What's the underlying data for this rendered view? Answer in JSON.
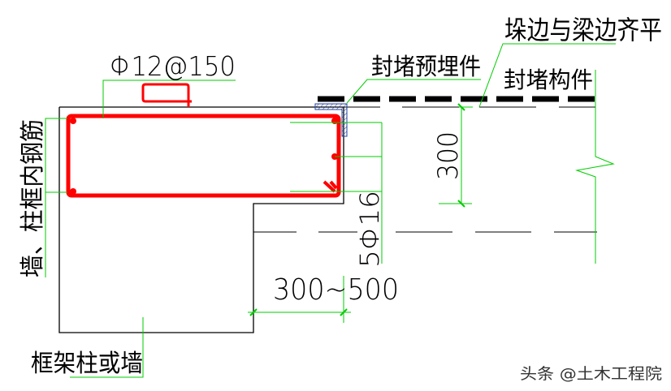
{
  "labels": {
    "stirrup_spec": "Φ12@150",
    "wall_column_rebar": "墙、柱框内钢筋",
    "frame_column_or_wall": "框架柱或墙",
    "embedded_part": "封堵预埋件",
    "flush_edge": "垛边与梁边齐平",
    "sealing_member": "封堵构件",
    "longitudinal_bars": "5Φ16",
    "dim_vertical": "300",
    "dim_horizontal": "300~500"
  },
  "watermark": "头条 @土木工程院",
  "colors": {
    "rebar": "#ff0000",
    "leader": "#00cc00",
    "outline": "#000000",
    "embedded_hatch": "#2040a0"
  }
}
